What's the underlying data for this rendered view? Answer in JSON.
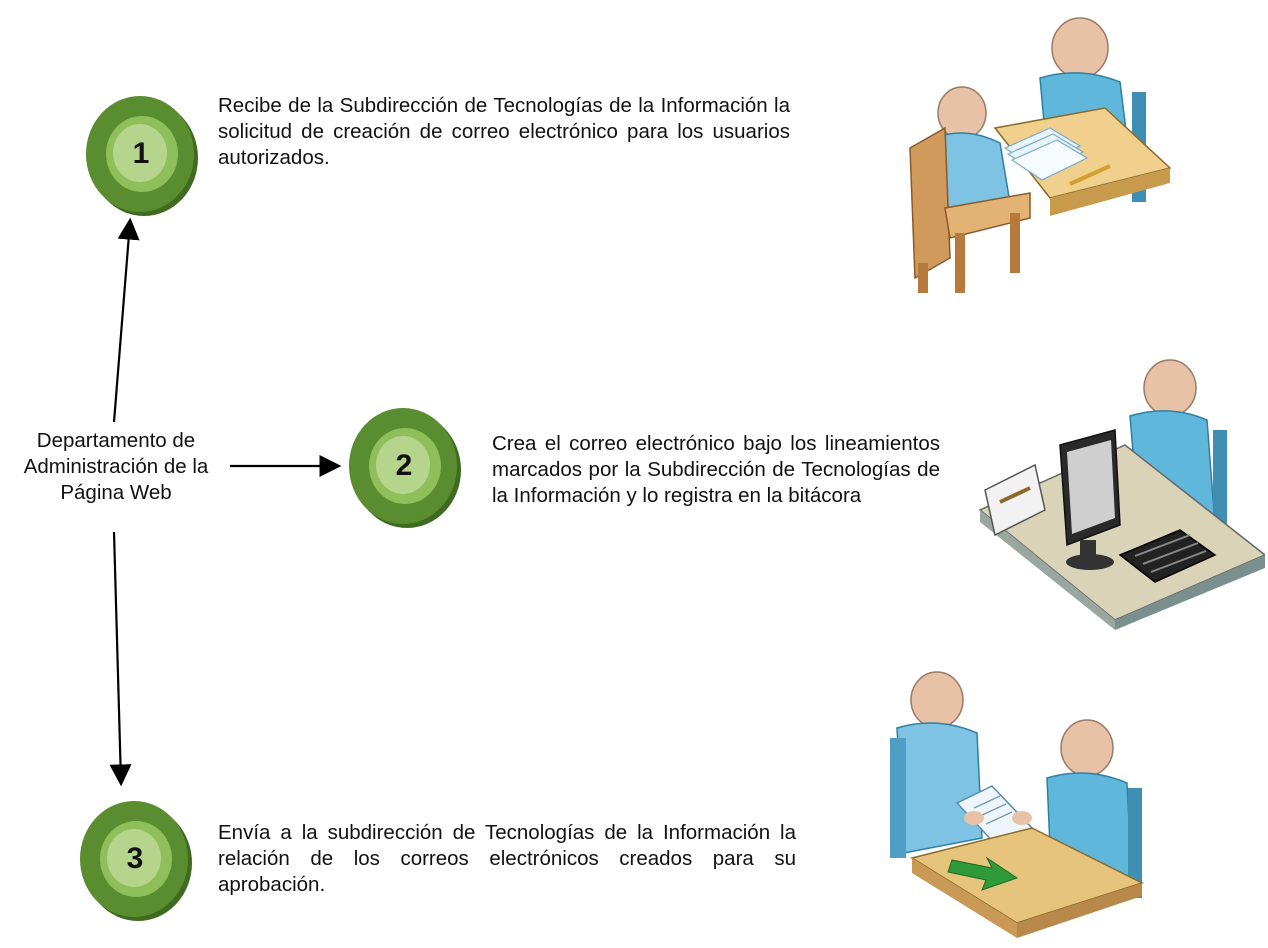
{
  "department": {
    "lines": [
      "Departamento de",
      "Administración de la",
      "Página Web"
    ]
  },
  "steps": [
    {
      "number": "1",
      "text": "Recibe de la Subdirección de Tecnologías de la Información la solicitud de creación de correo electrónico para los usuarios autorizados.",
      "icon": "meeting-at-desk-icon"
    },
    {
      "number": "2",
      "text": "Crea el correo electrónico bajo los lineamientos marcados por la Subdirección de Tecnologías de la Información y lo registra en la bitácora",
      "icon": "computer-workstation-icon"
    },
    {
      "number": "3",
      "text": "Envía a la subdirección de Tecnologías de la Información la relación de los correos electrónicos creados para su aprobación.",
      "icon": "document-handover-icon"
    }
  ],
  "colors": {
    "badge_dark": "#4f7f2a",
    "badge_mid": "#6f9d3d",
    "badge_light": "#b5d58c",
    "person_blue": "#5fb8dc",
    "head": "#e8c2a6",
    "desk": "#e7c47b",
    "chair": "#d09a5c"
  }
}
